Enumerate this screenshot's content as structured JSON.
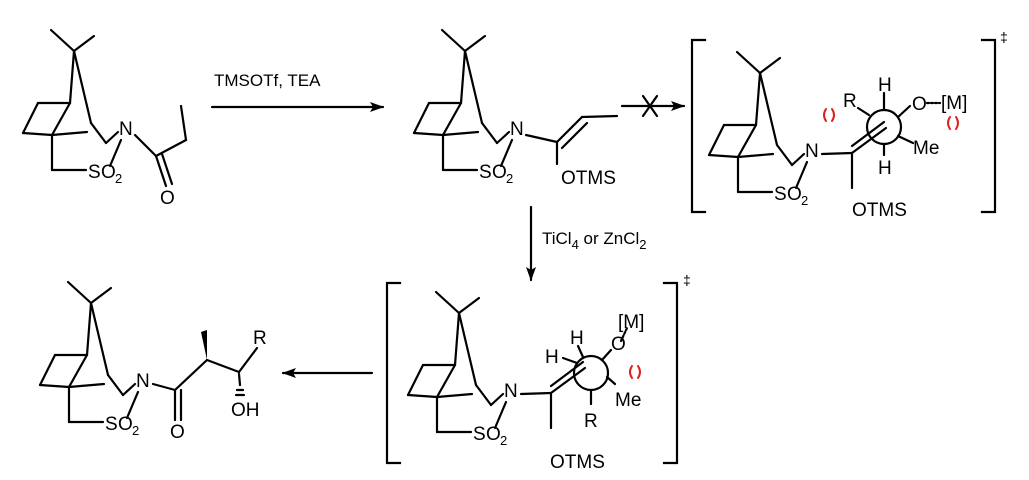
{
  "atoms": {
    "N": "N",
    "S": "S",
    "O2": "O",
    "O2_sub": "2",
    "O": "O",
    "OTMS": "OTMS",
    "R": "R",
    "H": "H",
    "Me": "Me",
    "M": "[M]",
    "OH": "OH"
  },
  "transition_state_mark": "‡",
  "reactions": {
    "step1_reagents": "TMSOTf, TEA",
    "step2_reagents_pre": "TiCl",
    "step2_sub1": "4",
    "step2_mid": " or ZnCl",
    "step2_sub2": "2"
  },
  "colors": {
    "bond": "#000000",
    "steric_clash": "#e0201b"
  }
}
